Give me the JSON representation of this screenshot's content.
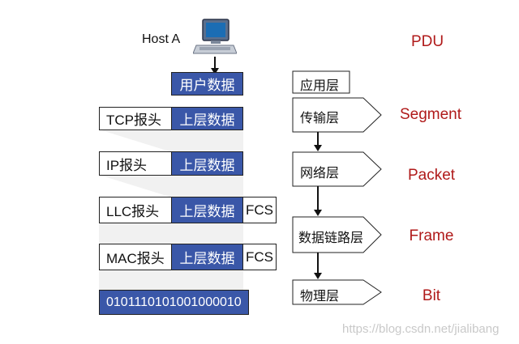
{
  "host": {
    "label": "Host A"
  },
  "pdu_header": "PDU",
  "encapsulation": {
    "user_data": "用户数据",
    "tcp": {
      "header": "TCP报头",
      "data": "上层数据"
    },
    "ip": {
      "header": "IP报头",
      "data": "上层数据"
    },
    "llc": {
      "header": "LLC报头",
      "data": "上层数据",
      "trailer": "FCS"
    },
    "mac": {
      "header": "MAC报头",
      "data": "上层数据",
      "trailer": "FCS"
    },
    "bits": "0101110101001000010"
  },
  "layers": [
    {
      "name": "应用层",
      "pdu": ""
    },
    {
      "name": "传输层",
      "pdu": "Segment"
    },
    {
      "name": "网络层",
      "pdu": "Packet"
    },
    {
      "name": "数据链路层",
      "pdu": "Frame"
    },
    {
      "name": "物理层",
      "pdu": "Bit"
    }
  ],
  "watermark": "https://blog.csdn.net/jialibang",
  "colors": {
    "block_blue": "#3a57a8",
    "pdu_red": "#b01a1a",
    "shade": "#f1f1f1"
  },
  "icons": {
    "host": "computer-icon"
  }
}
